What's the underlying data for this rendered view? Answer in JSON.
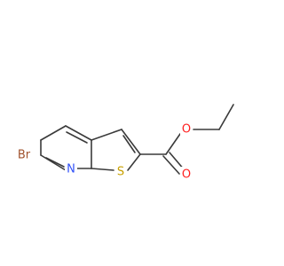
{
  "molecule": {
    "colors": {
      "bond": "#3a3a3a",
      "bromine": "#a0522d",
      "nitrogen": "#3050f8",
      "sulfur": "#c8a000",
      "oxygen": "#ff2020"
    },
    "atoms": {
      "Br": {
        "label": "Br",
        "element": "bromine"
      },
      "N": {
        "label": "N",
        "element": "nitrogen"
      },
      "S": {
        "label": "S",
        "element": "sulfur"
      },
      "O_carbonyl": {
        "label": "O",
        "element": "oxygen"
      },
      "O_ester": {
        "label": "O",
        "element": "oxygen"
      }
    }
  }
}
